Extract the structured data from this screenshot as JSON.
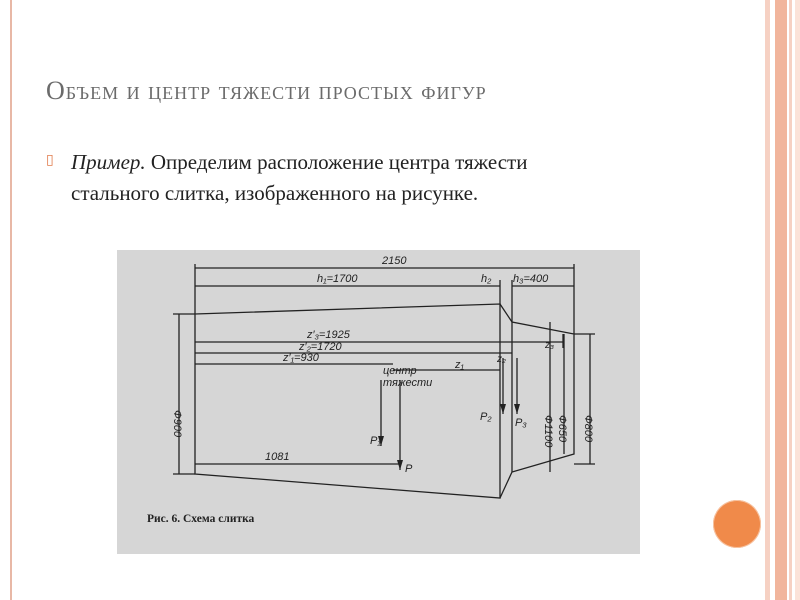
{
  "slide": {
    "title": "Объем и центр тяжести простых фигур",
    "body_lead": "Пример.",
    "body_line1": " Определим расположение центра тяжести",
    "body_line2": "стального слитка, изображенного на рисунке."
  },
  "figure": {
    "caption": "Рис. 6. Схема слитка",
    "dims": {
      "total": "2150",
      "h1": "h₁=1700",
      "h2": "h₂",
      "h3": "h₃=400",
      "z3": "z′₃=1925",
      "z2": "z′₂=1720",
      "z1": "z′₁=930",
      "z1_center": "z₁",
      "center_label_1": "центр",
      "center_label_2": "тяжести",
      "x1081": "1081",
      "d900": "Ф900",
      "d1100": "Ф1100",
      "d650": "Ф650",
      "d800": "Ф800",
      "p": "P",
      "p1": "P₁",
      "p2": "P₂",
      "p3": "P₃",
      "z2_mark": "z₂",
      "z3_mark": "z₃"
    }
  },
  "colors": {
    "title": "#6b6b6b",
    "accent": "#f08a4a",
    "figure_bg": "#d6d6d6"
  }
}
